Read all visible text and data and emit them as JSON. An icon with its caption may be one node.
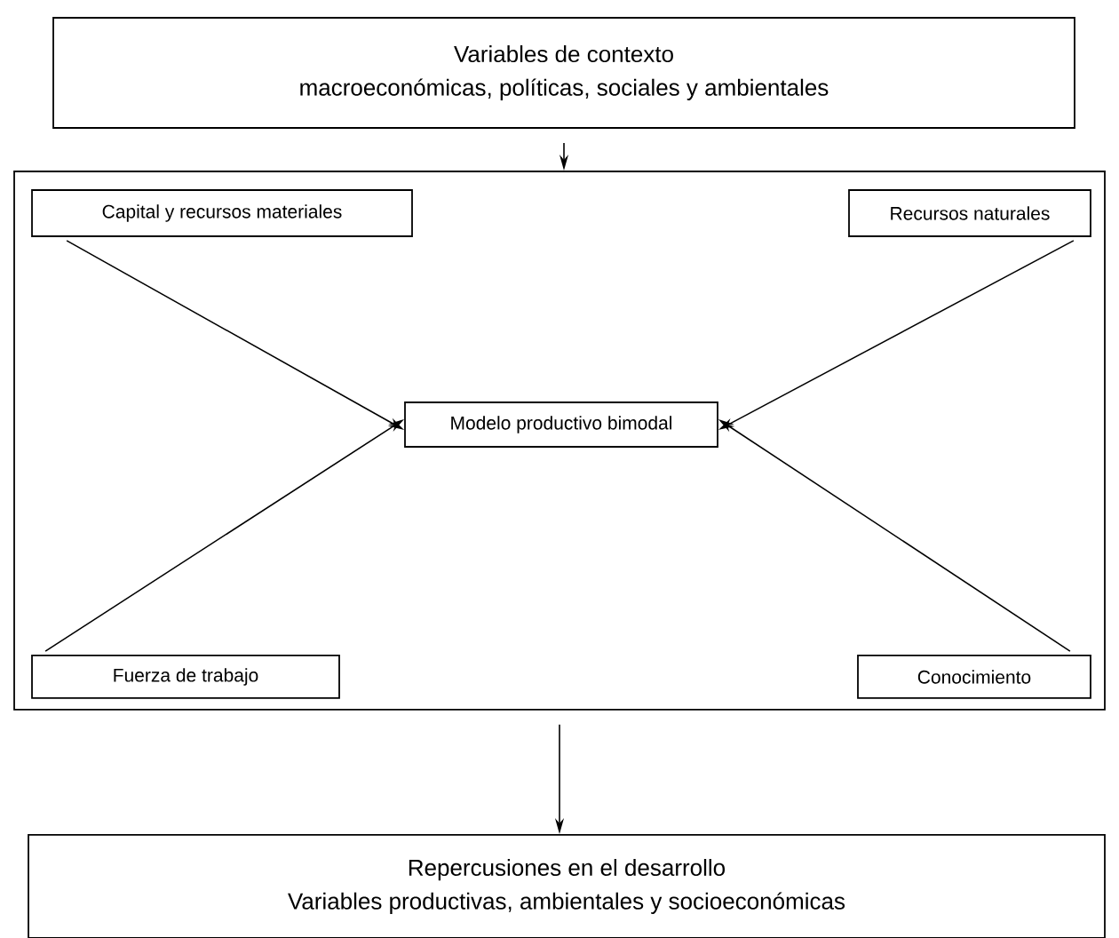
{
  "diagram": {
    "nodes": [
      {
        "text": [
          "Variables de contexto",
          "macroeconómicas, políticas, sociales y ambientales"
        ]
      },
      {
        "text": [],
        "shape": "box"
      },
      {
        "text": [
          "Capital y recursos materiales"
        ],
        "in": 1
      },
      {
        "text": [
          "Recursos naturales"
        ],
        "in": 1
      },
      {
        "text": [
          "Modelo productivo bimodal"
        ],
        "in": 1
      },
      {
        "text": [
          "Fuerza de trabajo"
        ],
        "in": 1
      },
      {
        "text": [
          "Conocimiento"
        ],
        "in": 1
      },
      {
        "text": [
          "Repercusiones en el desarrollo",
          "Variables productivas, ambientales y socioeconómicas"
        ]
      }
    ],
    "edges": [
      {
        "from": 0,
        "to": 1,
        "arrow": "to"
      },
      {
        "from": 2,
        "to": 4,
        "arrow": "to"
      },
      {
        "from": 3,
        "to": 4,
        "arrow": "to"
      },
      {
        "from": 5,
        "to": 4,
        "arrow": "to"
      },
      {
        "from": 6,
        "to": 4,
        "arrow": "to"
      },
      {
        "from": 1,
        "to": 7,
        "arrow": "to"
      }
    ]
  }
}
